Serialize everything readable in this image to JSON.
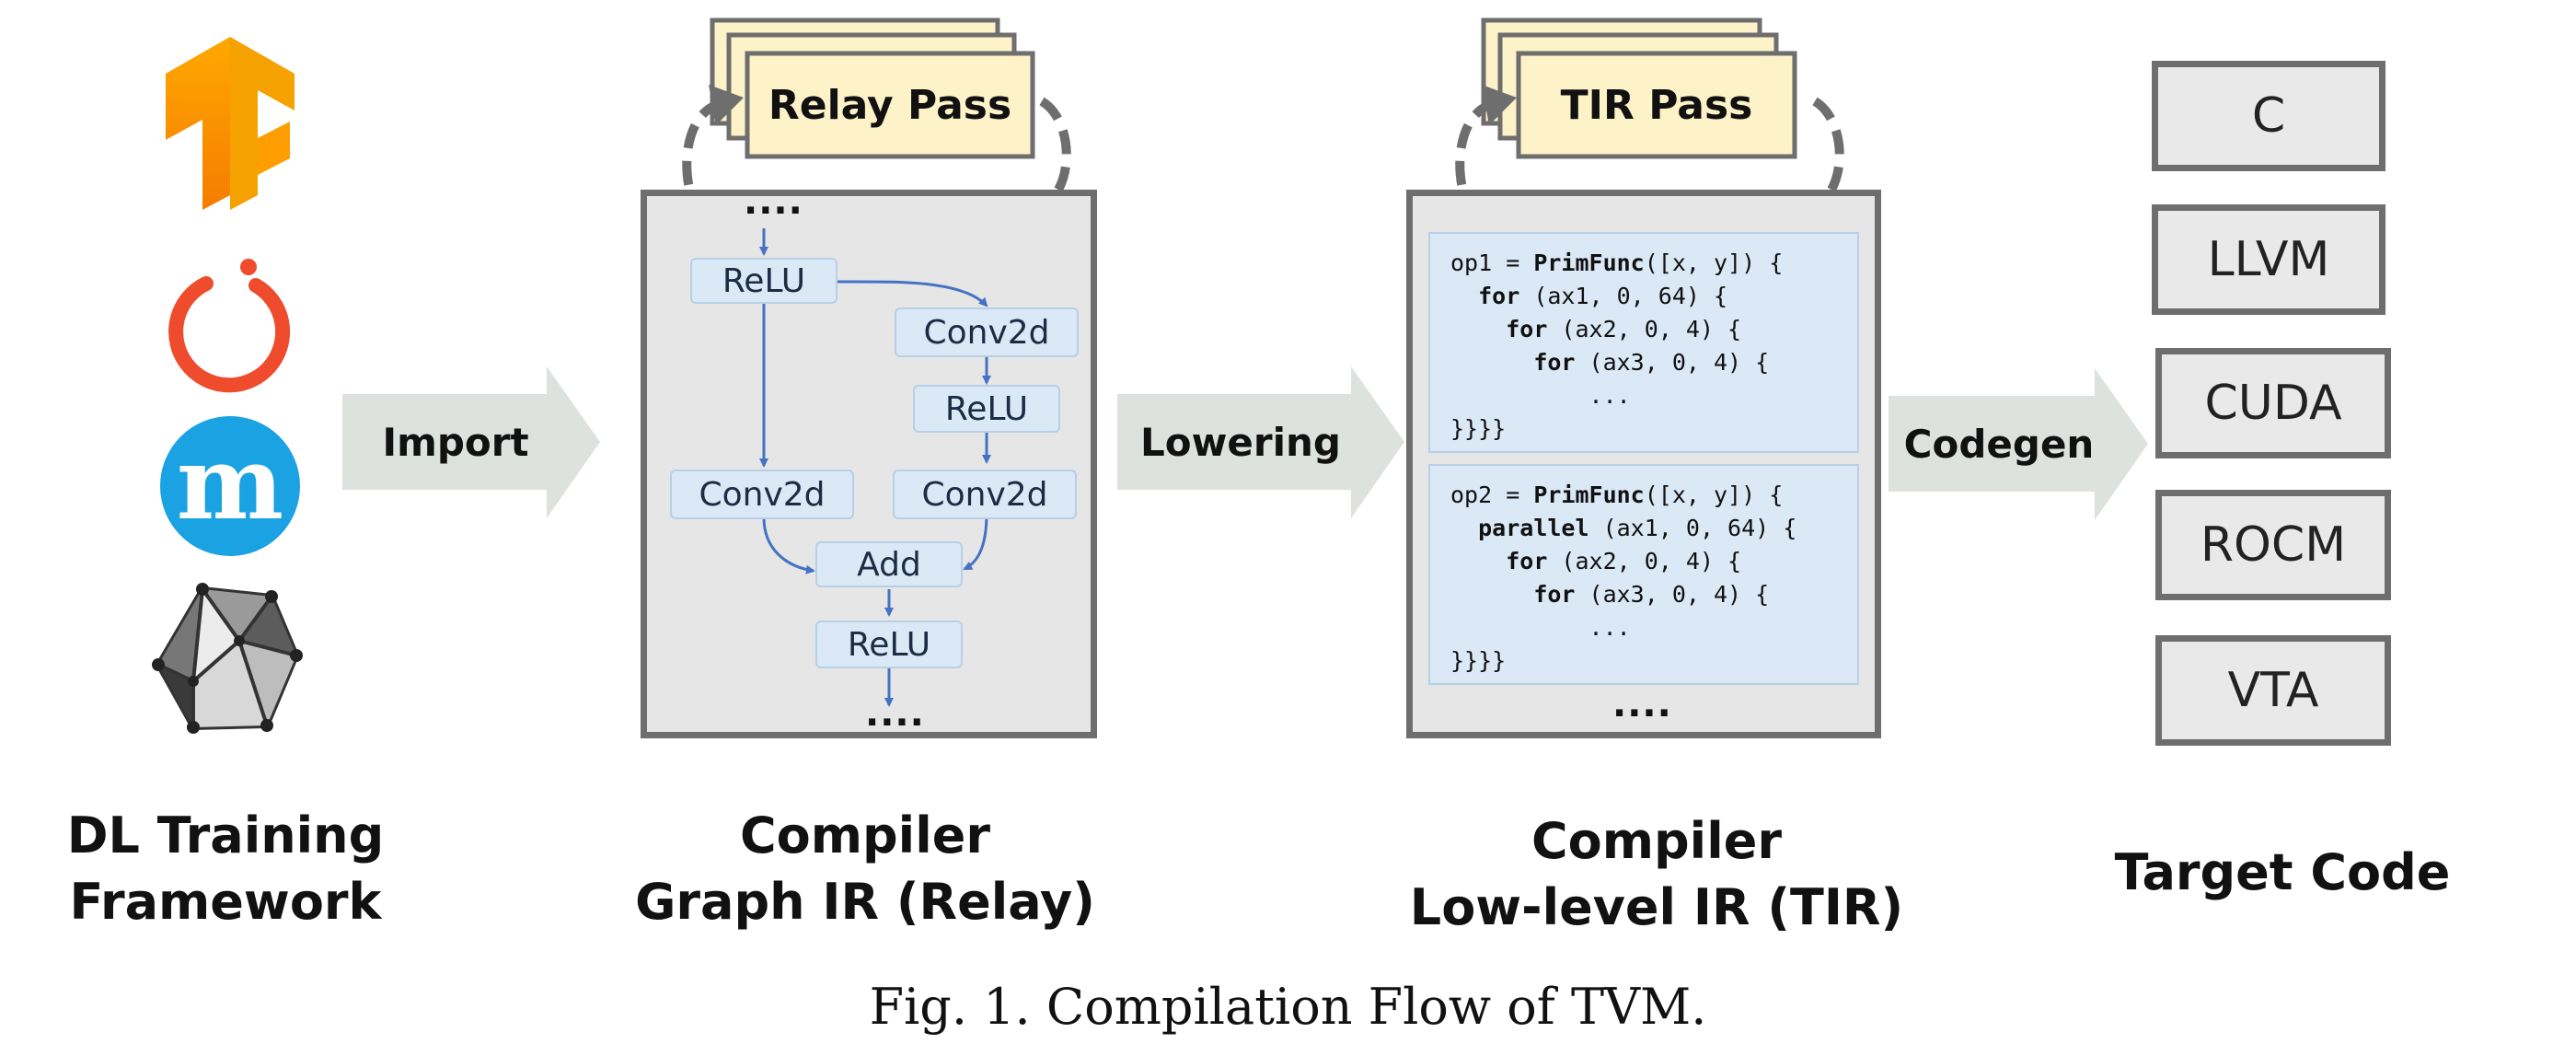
{
  "columns": {
    "framework": {
      "line1": "DL Training",
      "line2": "Framework"
    },
    "relay": {
      "line1": "Compiler",
      "line2": "Graph IR (Relay)"
    },
    "tir": {
      "line1": "Compiler",
      "line2": "Low-level IR (TIR)"
    },
    "target": {
      "line1": "Target Code"
    }
  },
  "arrows": {
    "import": "Import",
    "lowering": "Lowering",
    "codegen": "Codegen"
  },
  "framework_icons": [
    "tensorflow-logo",
    "pytorch-logo",
    "mxnet-logo",
    "onnx-logo"
  ],
  "mxnet_letter": "m",
  "relay": {
    "pass_label": "Relay Pass",
    "top_dots": "....",
    "bottom_dots": "....",
    "nodes": {
      "relu_top": "ReLU",
      "conv_r1": "Conv2d",
      "relu_right": "ReLU",
      "conv_left": "Conv2d",
      "conv_r2": "Conv2d",
      "add": "Add",
      "relu_bottom": "ReLU"
    }
  },
  "tir": {
    "pass_label": "TIR Pass",
    "bottom_dots": "....",
    "op1": {
      "l1a": "op1 = ",
      "l1kw": "PrimFunc",
      "l1b": "([x, y]) {",
      "l2kw": "for",
      "l2b": " (ax1, 0, 64) {",
      "l3kw": "for",
      "l3b": " (ax2, 0, 4) {",
      "l4kw": "for",
      "l4b": " (ax3, 0, 4) {",
      "l5": "...",
      "l6": "}}}}"
    },
    "op2": {
      "l1a": "op2 = ",
      "l1kw": "PrimFunc",
      "l1b": "([x, y]) {",
      "l2kw": "parallel",
      "l2b": " (ax1, 0, 64) {",
      "l3kw": "for",
      "l3b": " (ax2, 0, 4) {",
      "l4kw": "for",
      "l4b": " (ax3, 0, 4) {",
      "l5": "...",
      "l6": "}}}}"
    }
  },
  "targets": [
    "C",
    "LLVM",
    "CUDA",
    "ROCM",
    "VTA"
  ],
  "caption": "Fig. 1.  Compilation Flow of TVM.",
  "colors": {
    "panel_bg": "#e6e6e6",
    "panel_border": "#6e6e6e",
    "node_bg": "#dbe8f6",
    "edge": "#4472c4",
    "pass_bg": "#fdf2c8",
    "big_arrow": "#dde2df",
    "tensorflow": "#ff8f00",
    "pytorch": "#ee4c2c",
    "mxnet": "#1aa2e3"
  }
}
